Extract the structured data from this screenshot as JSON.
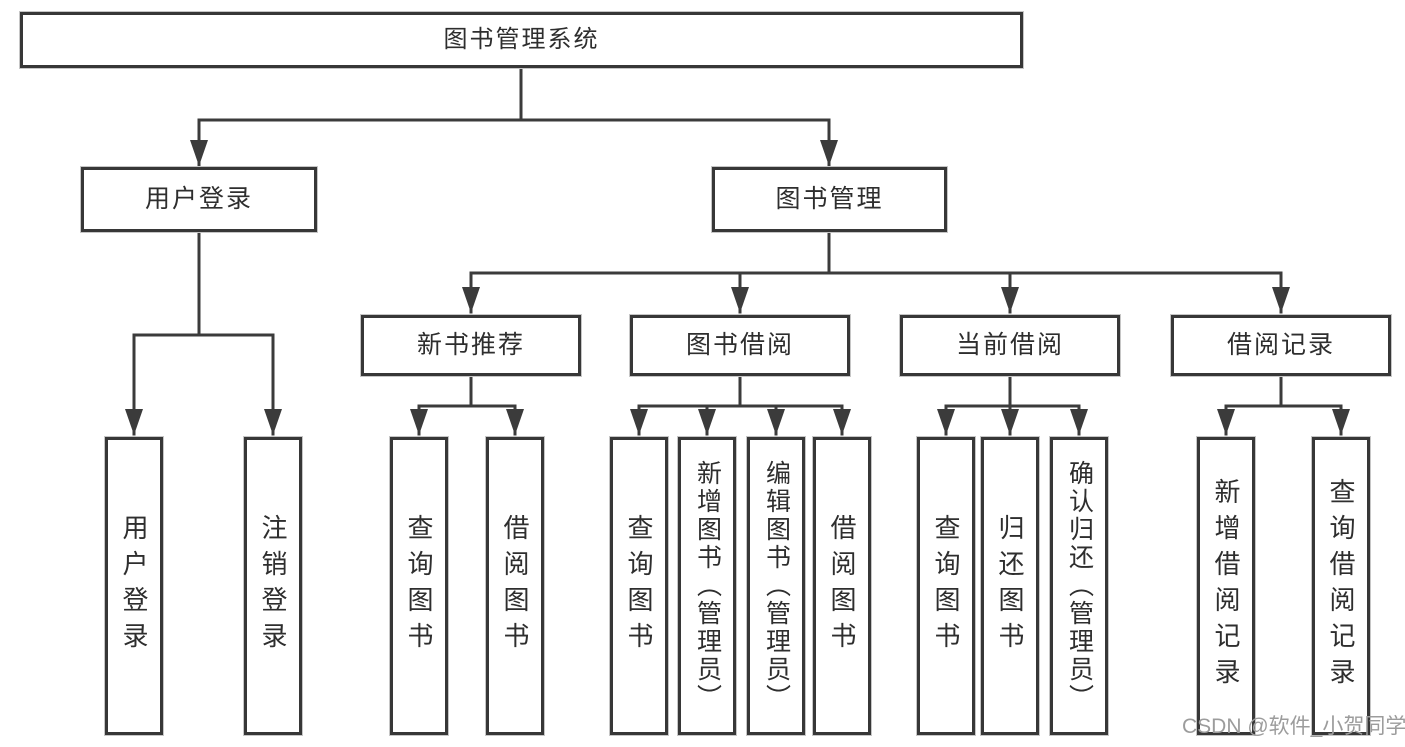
{
  "diagram": {
    "tree": {
      "label": "图书管理系统",
      "children": [
        {
          "label": "用户登录",
          "children": [
            {
              "label": "用户登录"
            },
            {
              "label": "注销登录"
            }
          ]
        },
        {
          "label": "图书管理",
          "children": [
            {
              "label": "新书推荐",
              "children": [
                {
                  "label": "查询图书"
                },
                {
                  "label": "借阅图书"
                }
              ]
            },
            {
              "label": "图书借阅",
              "children": [
                {
                  "label": "查询图书"
                },
                {
                  "label": "新增图书（管理员）"
                },
                {
                  "label": "编辑图书（管理员）"
                },
                {
                  "label": "借阅图书"
                }
              ]
            },
            {
              "label": "当前借阅",
              "children": [
                {
                  "label": "查询图书"
                },
                {
                  "label": "归还图书"
                },
                {
                  "label": "确认归还（管理员）"
                }
              ]
            },
            {
              "label": "借阅记录",
              "children": [
                {
                  "label": "新增借阅记录"
                },
                {
                  "label": "查询借阅记录"
                }
              ]
            }
          ]
        }
      ]
    },
    "watermark": "CSDN @软件_小贺同学",
    "colors": {
      "line": "#3b3b3b",
      "box_border": "#373737",
      "text": "#2e2e2e",
      "watermark": "#9c9c9c",
      "background": "#ffffff"
    }
  }
}
